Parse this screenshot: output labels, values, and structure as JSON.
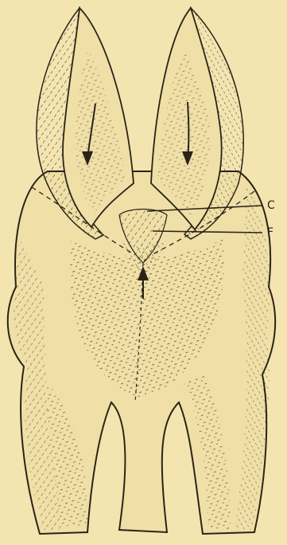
{
  "figure": {
    "background": "#f4e4b0",
    "ink": "#2a2418",
    "labels": {
      "c": "C",
      "f": "F"
    },
    "arrows": [
      "arrow-down-left",
      "arrow-down-right",
      "arrow-up-center"
    ]
  }
}
